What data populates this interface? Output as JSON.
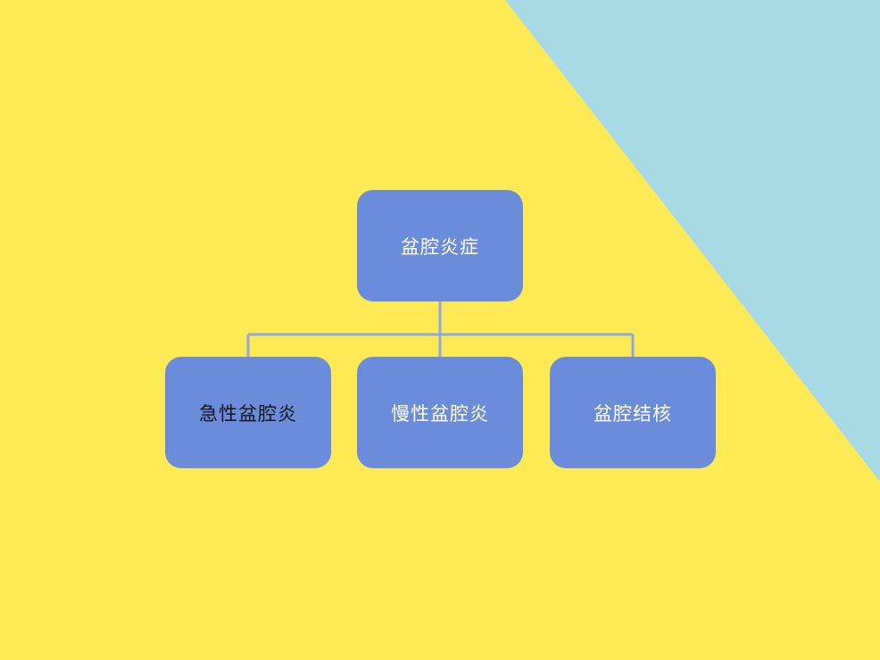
{
  "colors": {
    "background": "#fdea55",
    "corner_accent": "#a8dae6",
    "node_fill": "#6b8cdb",
    "connector": "#8fa9dc",
    "node_text": "#ffffff",
    "dark_text": "#101418"
  },
  "diagram": {
    "root": {
      "label": "盆腔炎症"
    },
    "children": [
      {
        "label": "急性盆腔炎"
      },
      {
        "label": "慢性盆腔炎"
      },
      {
        "label": "盆腔结核"
      }
    ]
  }
}
